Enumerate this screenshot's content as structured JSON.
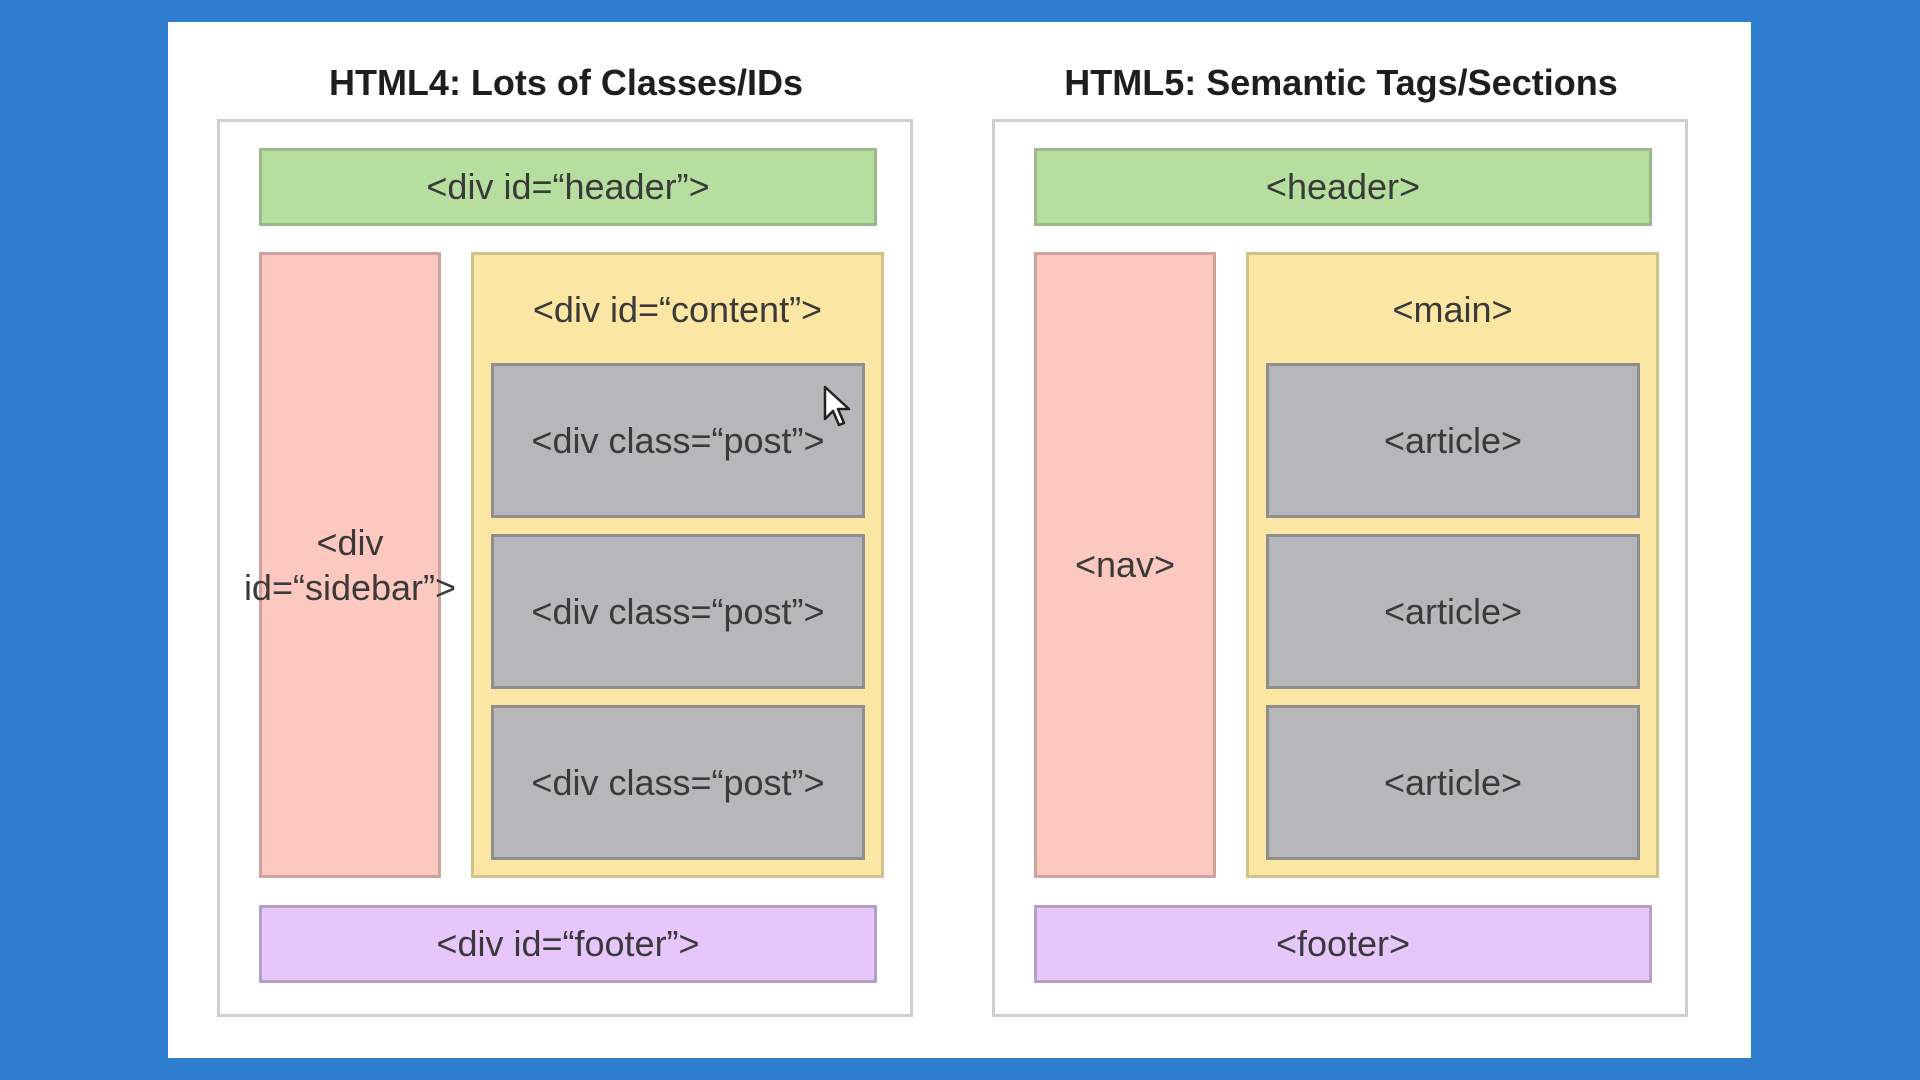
{
  "html4": {
    "title": "HTML4: Lots of Classes/IDs",
    "header": "<div id=“header”>",
    "sidebar": "<div id=“sidebar”>",
    "content": "<div id=“content”>",
    "posts": [
      "<div class=“post”>",
      "<div class=“post”>",
      "<div class=“post”>"
    ],
    "footer": "<div id=“footer”>"
  },
  "html5": {
    "title": "HTML5: Semantic Tags/Sections",
    "header": "<header>",
    "nav": "<nav>",
    "main": "<main>",
    "articles": [
      "<article>",
      "<article>",
      "<article>"
    ],
    "footer": "<footer>"
  },
  "colors": {
    "background": "#2f7ed0",
    "header": "#b6df9f",
    "sidebar": "#fdc8c0",
    "main": "#fbe7a3",
    "post": "#b7b7b9",
    "footer": "#e7c6fb"
  },
  "icons": {
    "cursor": "mouse-pointer-icon"
  }
}
